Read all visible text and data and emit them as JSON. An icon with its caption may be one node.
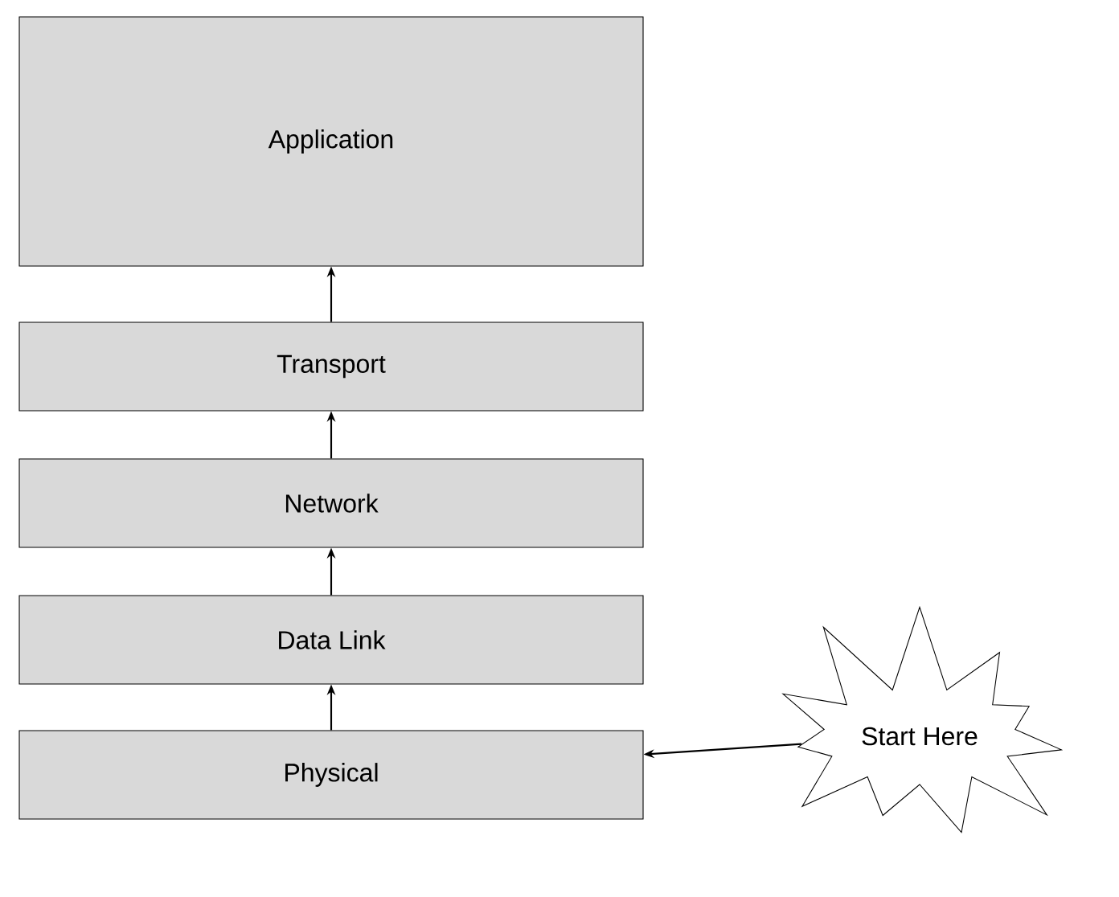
{
  "diagram": {
    "nodes": [
      {
        "text": [
          "Application"
        ]
      },
      {
        "text": [
          "Transport"
        ]
      },
      {
        "text": [
          "Network"
        ]
      },
      {
        "text": [
          "Data Link"
        ]
      },
      {
        "text": [
          "Physical"
        ]
      },
      {
        "text": [
          "Start Here"
        ]
      }
    ],
    "edges": [
      {
        "from": 4,
        "to": 3,
        "arrow": "to"
      },
      {
        "from": 3,
        "to": 2,
        "arrow": "to"
      },
      {
        "from": 2,
        "to": 1,
        "arrow": "to"
      },
      {
        "from": 1,
        "to": 0,
        "arrow": "to"
      },
      {
        "from": 5,
        "to": 4,
        "arrow": "to"
      }
    ]
  }
}
